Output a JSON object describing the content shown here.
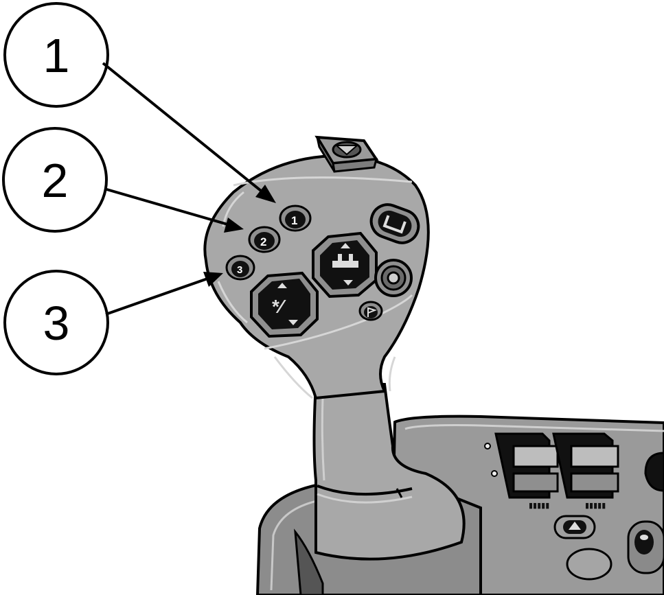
{
  "callouts": [
    {
      "label": "1"
    },
    {
      "label": "2"
    },
    {
      "label": "3"
    }
  ],
  "joystick": {
    "buttons": [
      {
        "label": "1"
      },
      {
        "label": "2"
      },
      {
        "label": "3"
      }
    ]
  },
  "colors": {
    "line": "#000000",
    "grip": "#a8a8a8",
    "grip_dark": "#7f7f7f",
    "button": "#111111",
    "background": "#ffffff"
  }
}
